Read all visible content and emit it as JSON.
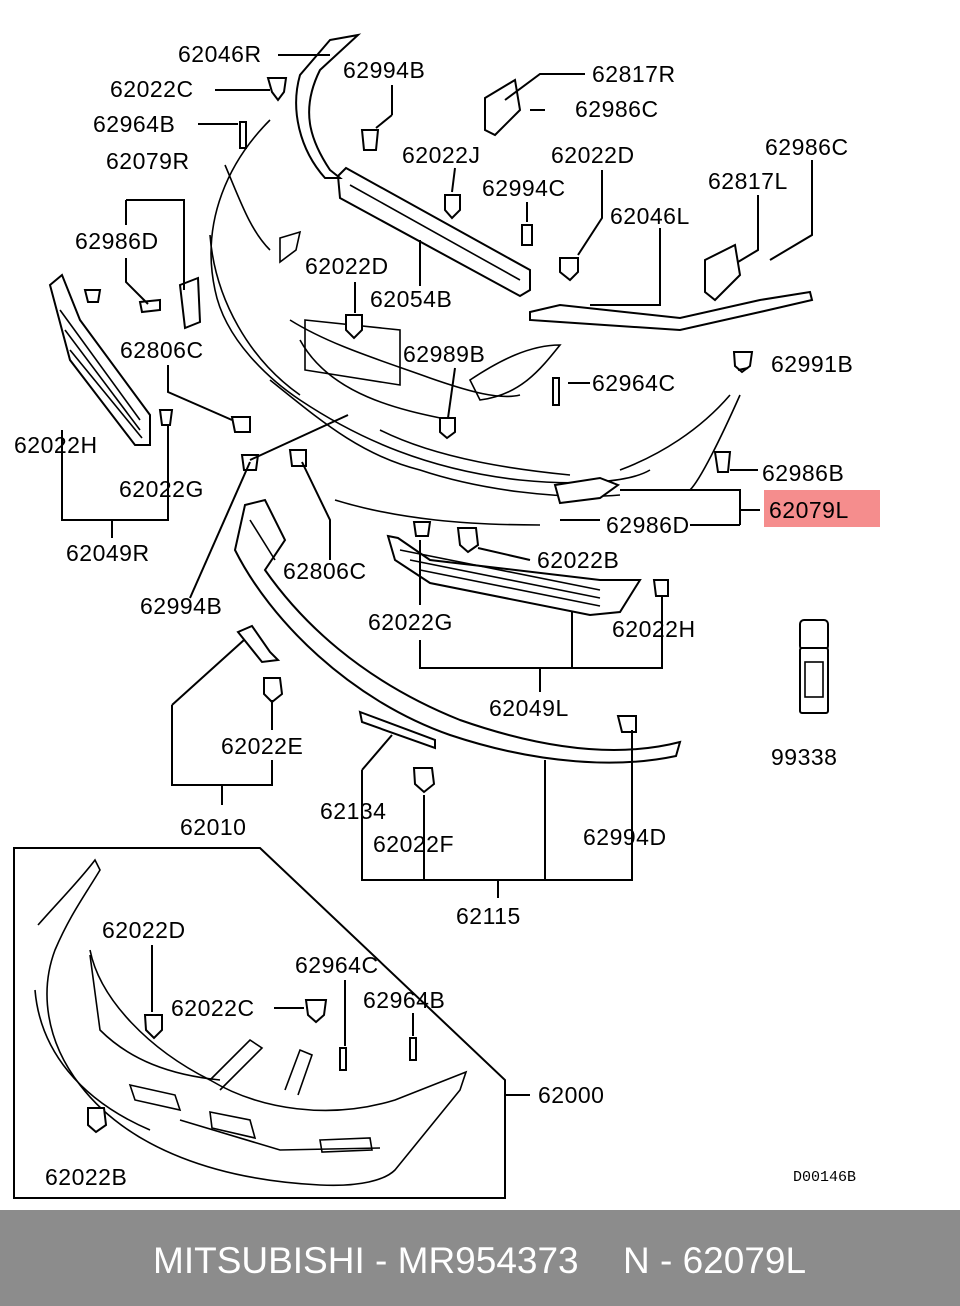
{
  "diagram": {
    "labels": {
      "p62046R": "62046R",
      "p62994B_top": "62994B",
      "p62817R": "62817R",
      "p62022C_top": "62022C",
      "p62986C_a": "62986C",
      "p62964B_top": "62964B",
      "p62022J": "62022J",
      "p62022D_top": "62022D",
      "p62986C_b": "62986C",
      "p62079R": "62079R",
      "p62994C": "62994C",
      "p62817L": "62817L",
      "p62046L": "62046L",
      "p62986D_left": "62986D",
      "p62022D_mid": "62022D",
      "p62054B": "62054B",
      "p62806C_top": "62806C",
      "p62989B": "62989B",
      "p62991B": "62991B",
      "p62964C_mid": "62964C",
      "p62022H_left": "62022H",
      "p62022G_left": "62022G",
      "p62986B": "62986B",
      "p62079L": "62079L",
      "p62986D_right": "62986D",
      "p62049R": "62049R",
      "p62022B_mid": "62022B",
      "p62806C_mid": "62806C",
      "p62994B_mid": "62994B",
      "p62022G_mid": "62022G",
      "p62022H_right": "62022H",
      "p62049L": "62049L",
      "p99338": "99338",
      "p62022E": "62022E",
      "p62010": "62010",
      "p62134": "62134",
      "p62022F": "62022F",
      "p62994D": "62994D",
      "p62115": "62115",
      "p62022D_inset": "62022D",
      "p62964C_inset": "62964C",
      "p62022C_inset": "62022C",
      "p62964B_inset": "62964B",
      "p62000": "62000",
      "p62022B_inset": "62022B",
      "diagram_code": "D00146B"
    },
    "highlight_color": "#f58d8d"
  },
  "footer": {
    "brand_part": "MITSUBISHI - MR954373",
    "ref_number": "N - 62079L"
  }
}
